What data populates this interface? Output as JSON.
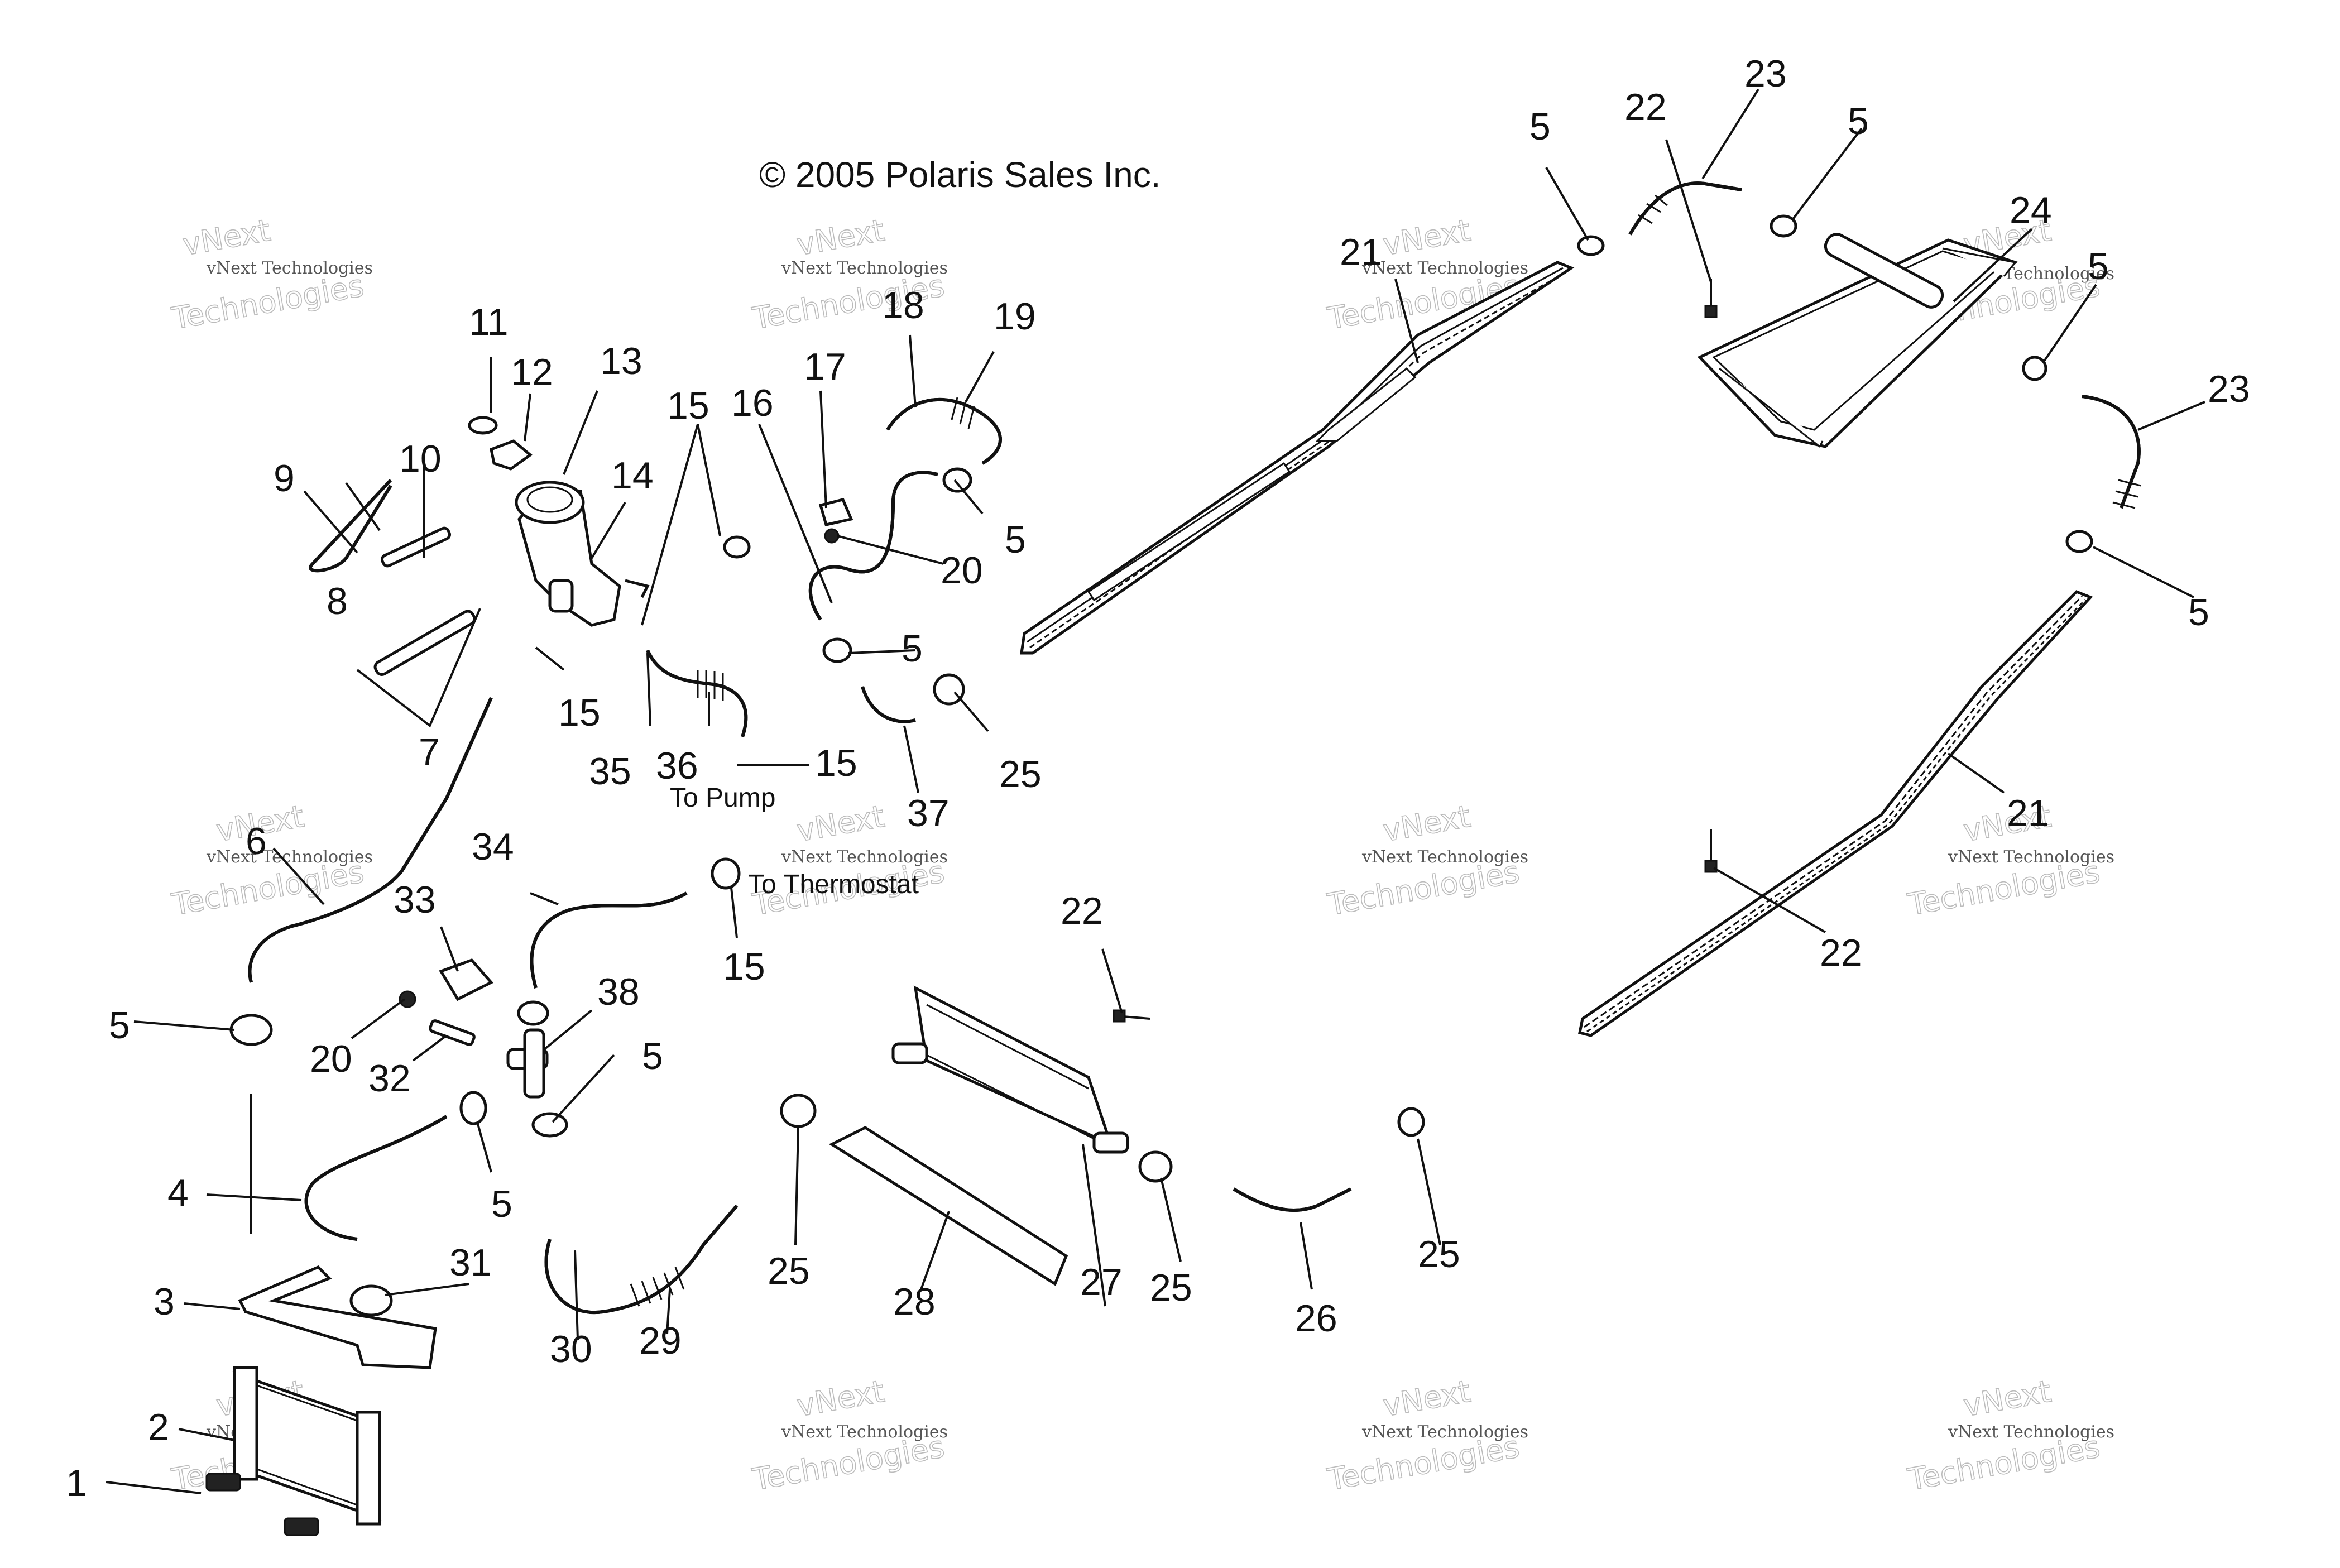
{
  "copyright": "© 2005 Polaris Sales Inc.",
  "notes": {
    "to_pump": "To Pump",
    "to_thermostat": "To Thermostat"
  },
  "watermark": {
    "line1": "vNext Technologies",
    "line2": "vNext",
    "line3": "Technologies"
  },
  "callouts": {
    "c1": "1",
    "c2": "2",
    "c3": "3",
    "c4": "4",
    "c5a": "5",
    "c5b": "5",
    "c5c": "5",
    "c5d": "5",
    "c5e": "5",
    "c5f": "5",
    "c5g": "5",
    "c5h": "5",
    "c5i": "5",
    "c6": "6",
    "c7": "7",
    "c8": "8",
    "c9": "9",
    "c10": "10",
    "c11": "11",
    "c12": "12",
    "c13": "13",
    "c14": "14",
    "c15a": "15",
    "c15b": "15",
    "c15c": "15",
    "c15d": "15",
    "c16": "16",
    "c17": "17",
    "c18": "18",
    "c19": "19",
    "c20a": "20",
    "c20b": "20",
    "c21a": "21",
    "c21b": "21",
    "c22a": "22",
    "c22b": "22",
    "c22c": "22",
    "c23a": "23",
    "c23b": "23",
    "c24": "24",
    "c25a": "25",
    "c25b": "25",
    "c25c": "25",
    "c25d": "25",
    "c26": "26",
    "c27": "27",
    "c28": "28",
    "c29": "29",
    "c30": "30",
    "c31": "31",
    "c32": "32",
    "c33": "33",
    "c34": "34",
    "c35": "35",
    "c36": "36",
    "c37": "37",
    "c38": "38"
  }
}
